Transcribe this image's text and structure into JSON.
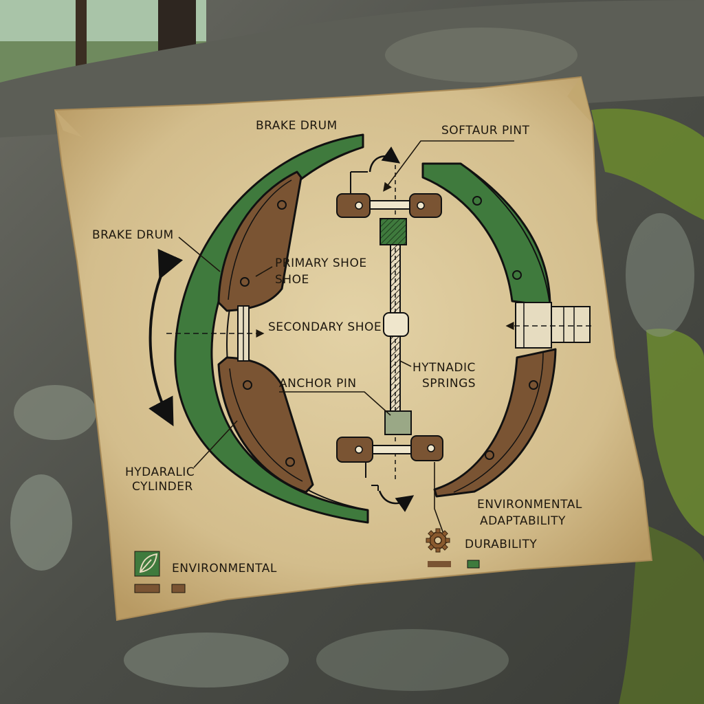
{
  "labels": {
    "brake_drum_top": "BRAKE DRUM",
    "brake_drum_left": "BRAKE DRUM",
    "softaur_pint": "SOFTAUR PINT",
    "primary_shoe_1": "PRIMARY SHOE",
    "primary_shoe_2": "SHOE",
    "secondary_shoe": "SECONDARY SHOE",
    "hytnadic_1": "HYTNADIC",
    "hytnadic_2": "SPRINGS",
    "anchor_pin": "ANCHOR PIN",
    "hydraulic_1": "HYDARALIC",
    "hydraulic_2": "CYLINDER",
    "environmental_adapt_1": "ENVIRONMENTAL",
    "environmental_adapt_2": "ADAPTABILITY",
    "durability": "DURABILITY"
  },
  "legend": {
    "environmental": "ENVIRONMENTAL"
  },
  "icons": [
    "leaf-icon",
    "gear-icon",
    "rotation-arrow-icon"
  ],
  "colors": {
    "drum_green": "#3f7a3d",
    "shoe_brown": "#7a5433",
    "paper": "#d8c497",
    "rock": "#4a4d48",
    "moss": "#5d7a2e"
  }
}
